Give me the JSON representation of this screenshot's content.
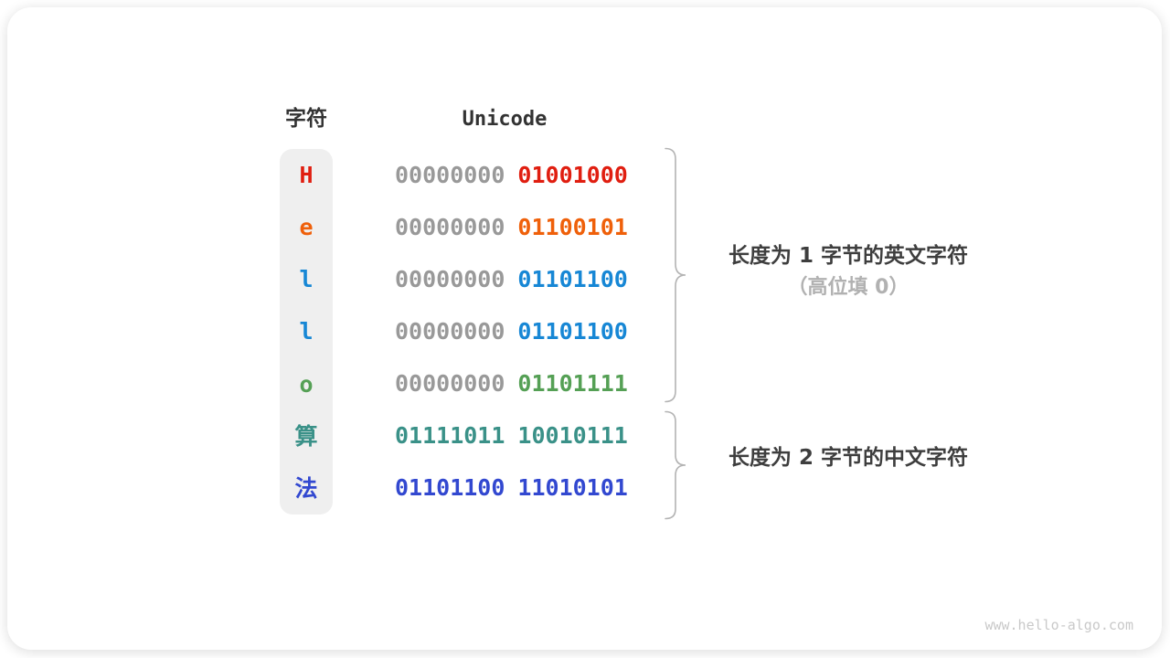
{
  "page": {
    "watermark": "www.hello-algo.com"
  },
  "colors": {
    "gray_byte": "#999999",
    "red": "#e01e10",
    "orange": "#ef600a",
    "blue": "#1787d5",
    "green": "#55a055",
    "teal": "#3a9188",
    "indigo": "#3248d0",
    "column_bg": "#efefef",
    "brace": "#b3b3b3"
  },
  "table": {
    "headers": {
      "char": "字符",
      "unicode": "Unicode"
    },
    "rows": [
      {
        "char": "H",
        "color": "#e01e10",
        "byte1": "00000000",
        "byte2": "01001000",
        "byte1_color": "#999999"
      },
      {
        "char": "e",
        "color": "#ef600a",
        "byte1": "00000000",
        "byte2": "01100101",
        "byte1_color": "#999999"
      },
      {
        "char": "l",
        "color": "#1787d5",
        "byte1": "00000000",
        "byte2": "01101100",
        "byte1_color": "#999999"
      },
      {
        "char": "l",
        "color": "#1787d5",
        "byte1": "00000000",
        "byte2": "01101100",
        "byte1_color": "#999999"
      },
      {
        "char": "o",
        "color": "#55a055",
        "byte1": "00000000",
        "byte2": "01101111",
        "byte1_color": "#999999"
      },
      {
        "char": "算",
        "color": "#3a9188",
        "byte1": "01111011",
        "byte2": "10010111",
        "byte1_color": "#3a9188"
      },
      {
        "char": "法",
        "color": "#3248d0",
        "byte1": "01101100",
        "byte2": "11010101",
        "byte1_color": "#3248d0"
      }
    ]
  },
  "annotations": {
    "english_group": {
      "line1": "长度为 1 字节的英文字符",
      "line2": "（高位填 0）"
    },
    "chinese_group": {
      "line1": "长度为 2 字节的中文字符"
    }
  }
}
